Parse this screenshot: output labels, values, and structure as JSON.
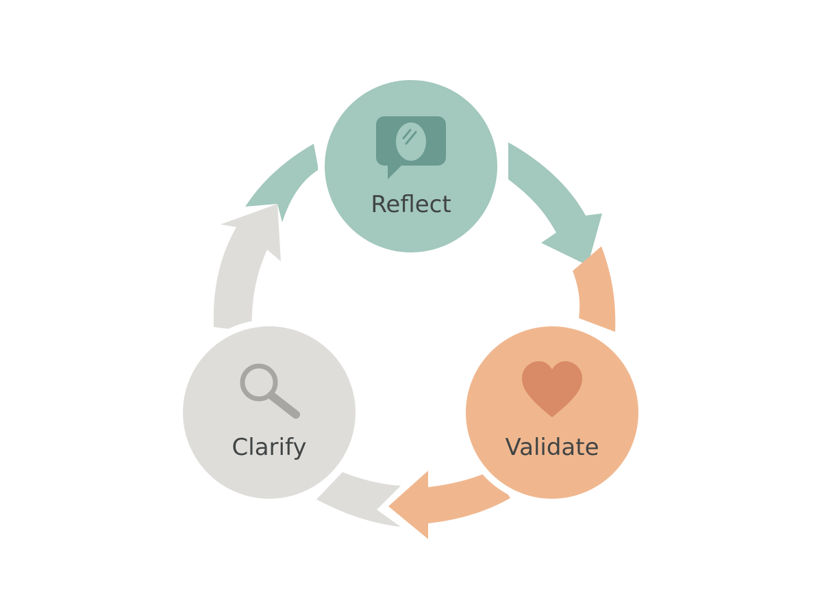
{
  "diagram": {
    "type": "cycle",
    "nodes": [
      {
        "id": "reflect",
        "label": "Reflect",
        "icon": "mirror-speech-bubble-icon",
        "color": "#A3C8BE",
        "icon_color": "#6A9A90"
      },
      {
        "id": "validate",
        "label": "Validate",
        "icon": "heart-icon",
        "color": "#F0B78F",
        "icon_color": "#D98A66"
      },
      {
        "id": "clarify",
        "label": "Clarify",
        "icon": "magnifying-glass-icon",
        "color": "#DEDDDA",
        "icon_color": "#A8A6A2"
      }
    ],
    "edges": [
      {
        "from": "reflect",
        "to": "validate"
      },
      {
        "from": "validate",
        "to": "clarify"
      },
      {
        "from": "clarify",
        "to": "reflect"
      }
    ],
    "background": "#FFFFFF",
    "text_color": "#404444"
  }
}
